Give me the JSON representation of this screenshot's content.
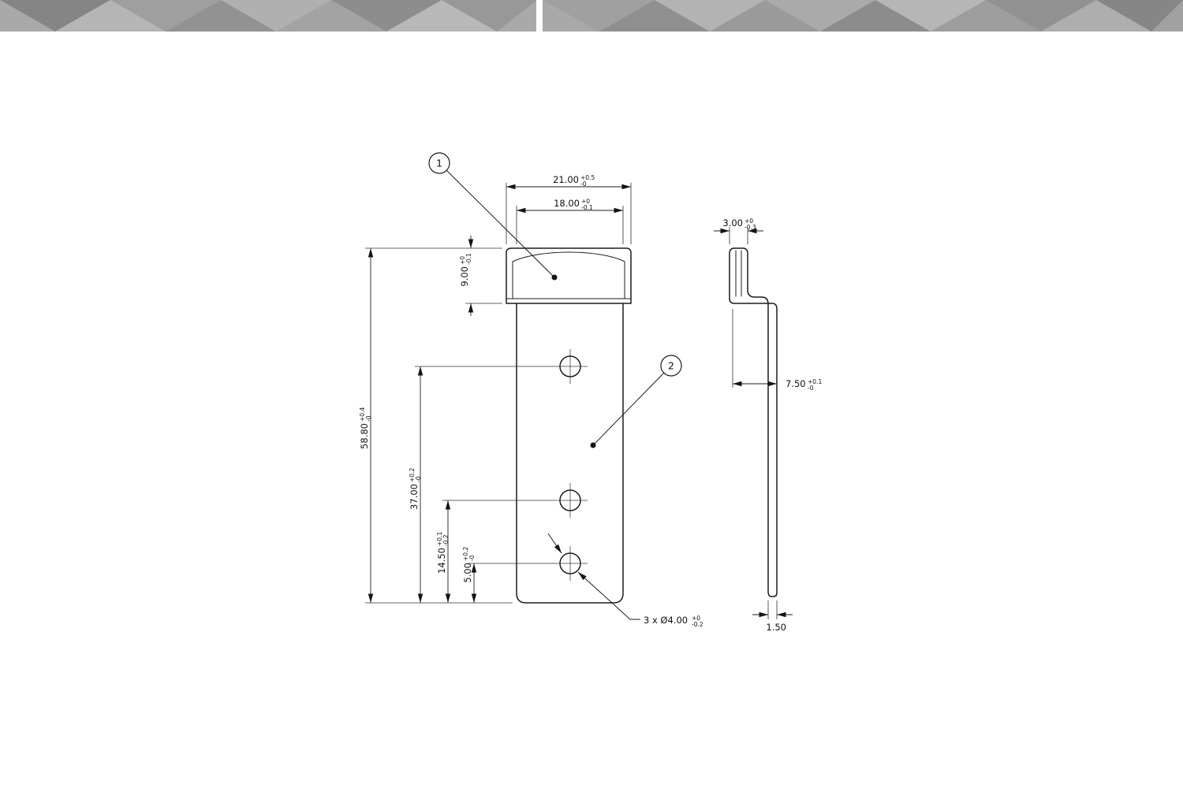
{
  "palette": {
    "background": "#ffffff",
    "banner_base": "#a9a9a9",
    "line": "#1b1b1d"
  },
  "drawing": {
    "balloons": {
      "b1": "1",
      "b2": "2"
    },
    "dims": {
      "w_outer": {
        "v": "21.00",
        "up": "+0.5",
        "dn": "-0"
      },
      "w_inner": {
        "v": "18.00",
        "up": "+0",
        "dn": "-0.1"
      },
      "h_tab": {
        "v": "9.00",
        "up": "+0",
        "dn": "-0.1"
      },
      "h_total": {
        "v": "58.80",
        "up": "+0.4",
        "dn": "-0"
      },
      "hole_top": {
        "v": "37.00",
        "up": "+0.2",
        "dn": "-0"
      },
      "hole_mid": {
        "v": "14.50",
        "up": "+0.1",
        "dn": "-0.2"
      },
      "hole_bot": {
        "v": "5.00",
        "up": "+0.2",
        "dn": "-0"
      },
      "s_width": {
        "v": "3.00",
        "up": "+0",
        "dn": "-0.3"
      },
      "s_offset": {
        "v": "7.50",
        "up": "+0.1",
        "dn": "-0"
      },
      "s_thick": {
        "v": "1.50",
        "up": "",
        "dn": ""
      },
      "hole_callout": {
        "v": "3 x Ø4.00",
        "up": "+0",
        "dn": "-0.2"
      }
    }
  }
}
